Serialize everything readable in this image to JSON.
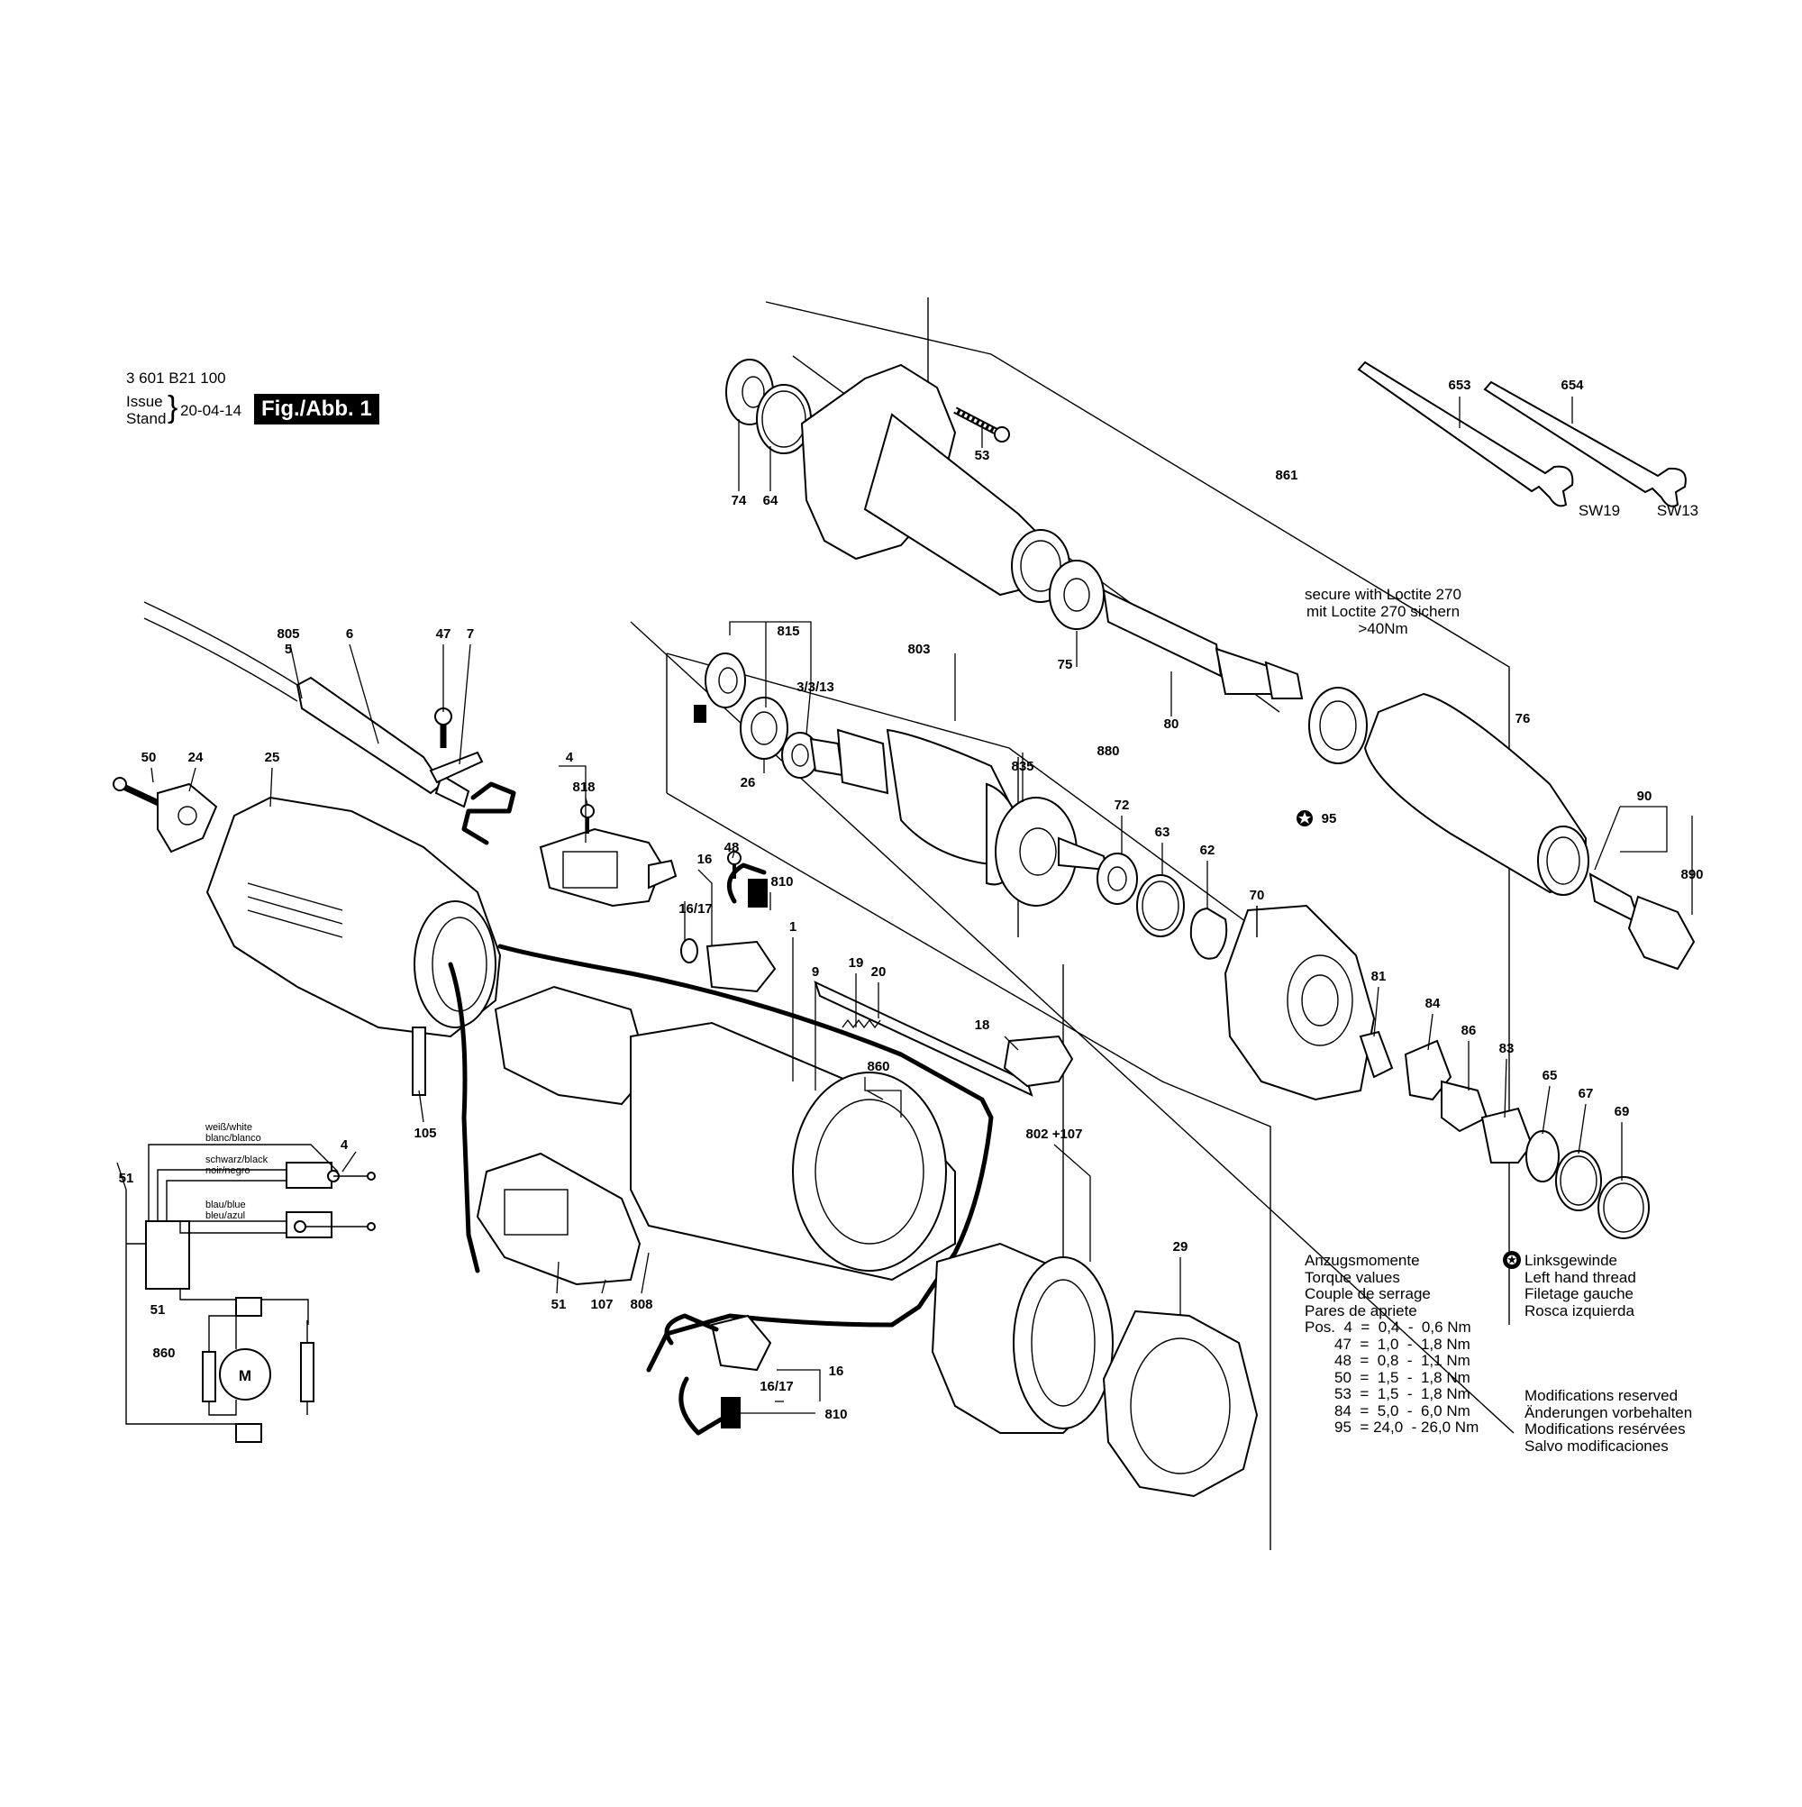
{
  "header": {
    "part_number": "3 601 B21 100",
    "issue_label": "Issue",
    "stand_label": "Stand",
    "issue_date": "20-04-14",
    "fig_label": "Fig./Abb. 1"
  },
  "notes": {
    "loctite_line1": "secure with Loctite 270",
    "loctite_line2": "mit Loctite 270 sichern",
    "loctite_line3": ">40Nm"
  },
  "wiring": {
    "white": "weiß/white",
    "white2": "blanc/blanco",
    "black": "schwarz/black",
    "black2": "noir/negro",
    "blue": "blau/blue",
    "blue2": "bleu/azul",
    "motor": "M"
  },
  "callouts": {
    "l653": "653",
    "l654": "654",
    "sw19": "SW19",
    "sw13": "SW13",
    "l861": "861",
    "l53": "53",
    "l74": "74",
    "l64": "64",
    "l805": "805",
    "l5": "5",
    "l6": "6",
    "l47": "47",
    "l7": "7",
    "l815": "815",
    "l803": "803",
    "l3313": "3/3/13",
    "l26": "26",
    "l835": "835",
    "l880": "880",
    "l80": "80",
    "l75": "75",
    "l76": "76",
    "l95": "95",
    "l90": "90",
    "l890": "890",
    "l50": "50",
    "l24": "24",
    "l25": "25",
    "l4a": "4",
    "l818": "818",
    "l16a": "16",
    "l48": "48",
    "l810a": "810",
    "l1617a": "16/17",
    "l1": "1",
    "l9": "9",
    "l19": "19",
    "l20": "20",
    "l18": "18",
    "l72": "72",
    "l63": "63",
    "l62": "62",
    "l70": "70",
    "l81": "81",
    "l84": "84",
    "l86": "86",
    "l83": "83",
    "l65": "65",
    "l67": "67",
    "l69": "69",
    "l860a": "860",
    "l802": "802 +107",
    "l105": "105",
    "l29": "29",
    "l51a": "51",
    "l4b": "4",
    "l51b": "51",
    "l860b": "860",
    "l51c": "51",
    "l107": "107",
    "l808": "808",
    "l16b": "16",
    "l1617b": "16/17",
    "l810b": "810"
  },
  "torque_panel": {
    "headings": [
      "Anzugsmomente",
      "Torque values",
      "Couple de serrage",
      "Pares de apriete"
    ],
    "rows": [
      "Pos.  4  =  0,4  -  0,6 Nm",
      "       47  =  1,0  -  1,8 Nm",
      "       48  =  0,8  -  1,1 Nm",
      "       50  =  1,5  -  1,8 Nm",
      "       53  =  1,5  -  1,8 Nm",
      "       84  =  5,0  -  6,0 Nm",
      "       95  = 24,0  - 26,0 Nm"
    ]
  },
  "thread_panel": {
    "lines": [
      "Linksgewinde",
      "Left hand thread",
      "Filetage gauche",
      "Rosca izquierda"
    ]
  },
  "mods_panel": {
    "lines": [
      "Modifications reserved",
      "Änderungen vorbehalten",
      "Modifications resérvées",
      "Salvo modificaciones"
    ]
  }
}
